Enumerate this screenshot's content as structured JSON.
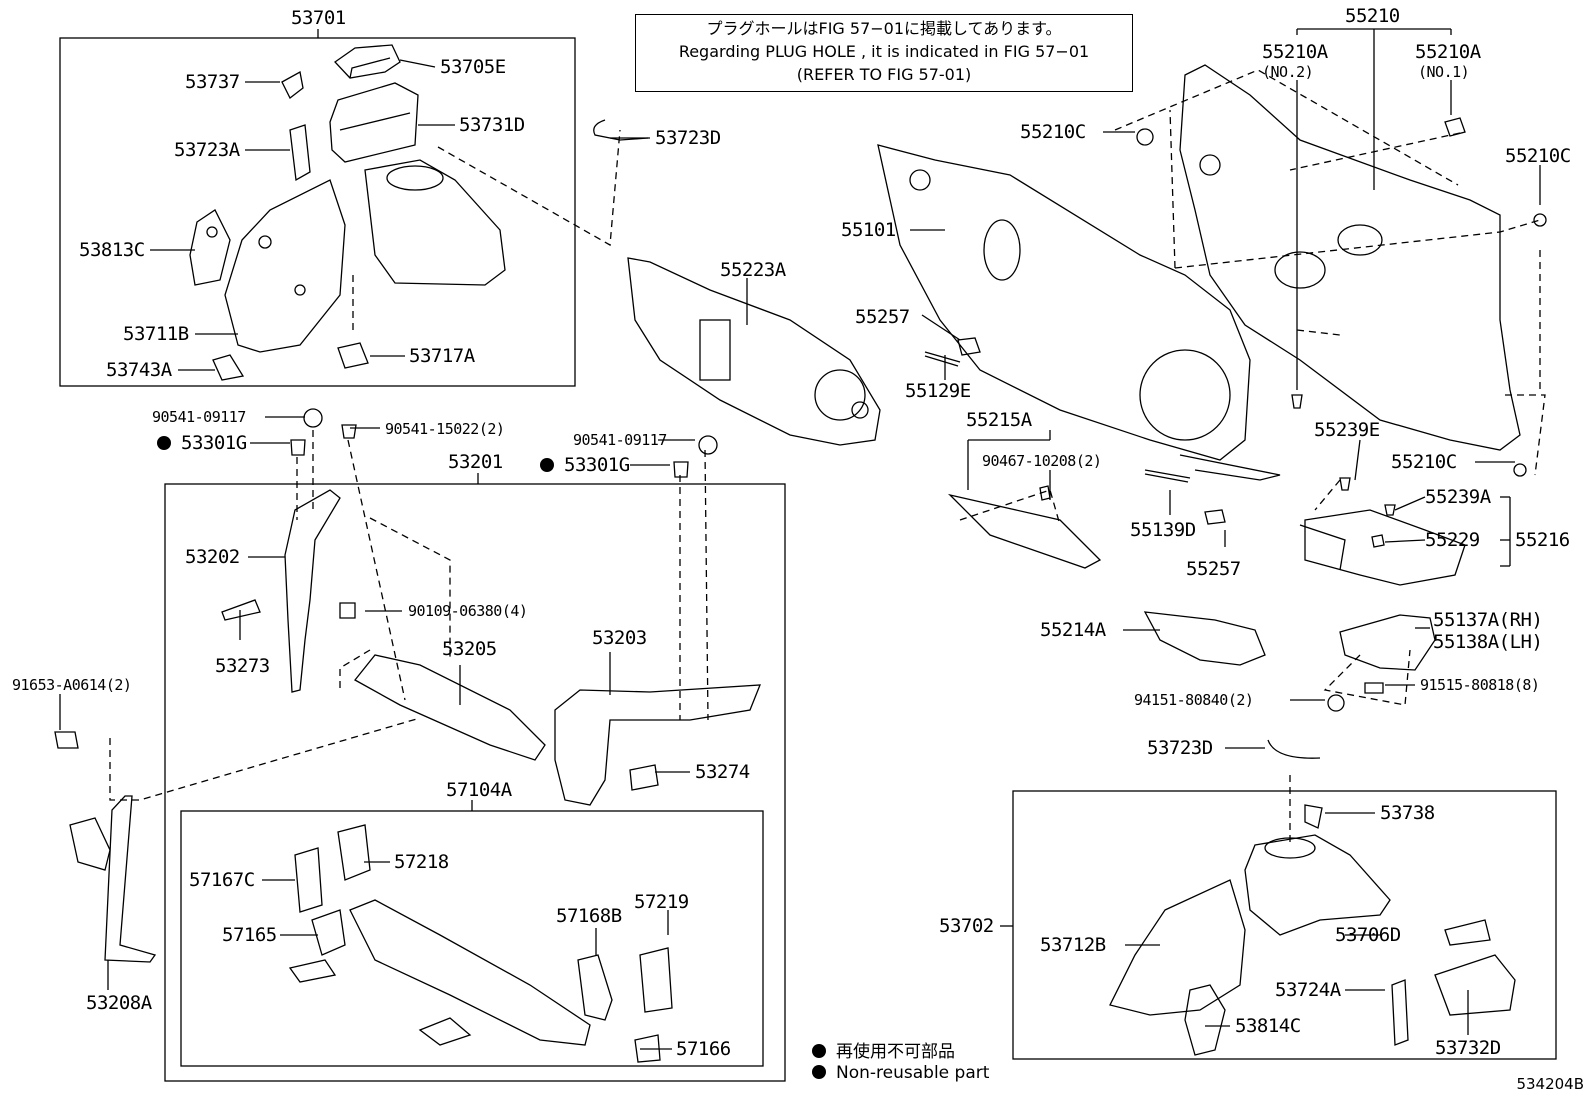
{
  "note": {
    "line1": "プラグホールはFIG 57−01に掲載してあります。",
    "line2": "Regarding  PLUG  HOLE , it is indicated in FIG  57−01",
    "line3": "(REFER TO FIG 57-01)"
  },
  "legend": {
    "ja": "再使用不可部品",
    "en": "Non-reusable part"
  },
  "catalog_number": "534204B",
  "labels": {
    "p53701": "53701",
    "p53705E": "53705E",
    "p53737": "53737",
    "p53731D": "53731D",
    "p53723A": "53723A",
    "p53813C": "53813C",
    "p53711B": "53711B",
    "p53743A": "53743A",
    "p53717A": "53717A",
    "p53723D_top": "53723D",
    "p55223A": "55223A",
    "p55210": "55210",
    "p55210A_no2": "55210A",
    "no2": "(NO.2)",
    "p55210A_no1": "55210A",
    "no1": "(NO.1)",
    "p55210C_a": "55210C",
    "p55210C_b": "55210C",
    "p55210C_c": "55210C",
    "p55101": "55101",
    "p55257_a": "55257",
    "p55129E": "55129E",
    "p55215A": "55215A",
    "p90467": "90467-10208(2)",
    "p55139D": "55139D",
    "p55257_b": "55257",
    "p55239E": "55239E",
    "p55239A": "55239A",
    "p55229": "55229",
    "p55216": "55216",
    "p55214A": "55214A",
    "p55137A": "55137A(RH)",
    "p55138A": "55138A(LH)",
    "p91515": "91515-80818(8)",
    "p94151": "94151-80840(2)",
    "p53723D_r": "53723D",
    "p53738": "53738",
    "p53702": "53702",
    "p53712B": "53712B",
    "p53706D": "53706D",
    "p53724A": "53724A",
    "p53814C": "53814C",
    "p53732D": "53732D",
    "p90541_a": "90541-09117",
    "p90541_15022": "90541-15022(2)",
    "p53301G_a": "53301G",
    "p90541_b": "90541-09117",
    "p53301G_b": "53301G",
    "p53201": "53201",
    "p53202": "53202",
    "p90109": "90109-06380(4)",
    "p53273": "53273",
    "p53205": "53205",
    "p53203": "53203",
    "p53274": "53274",
    "p91653": "91653-A0614(2)",
    "p53208A": "53208A",
    "p57104A": "57104A",
    "p57167C": "57167C",
    "p57218": "57218",
    "p57165": "57165",
    "p57168B": "57168B",
    "p57219": "57219",
    "p57166": "57166"
  }
}
